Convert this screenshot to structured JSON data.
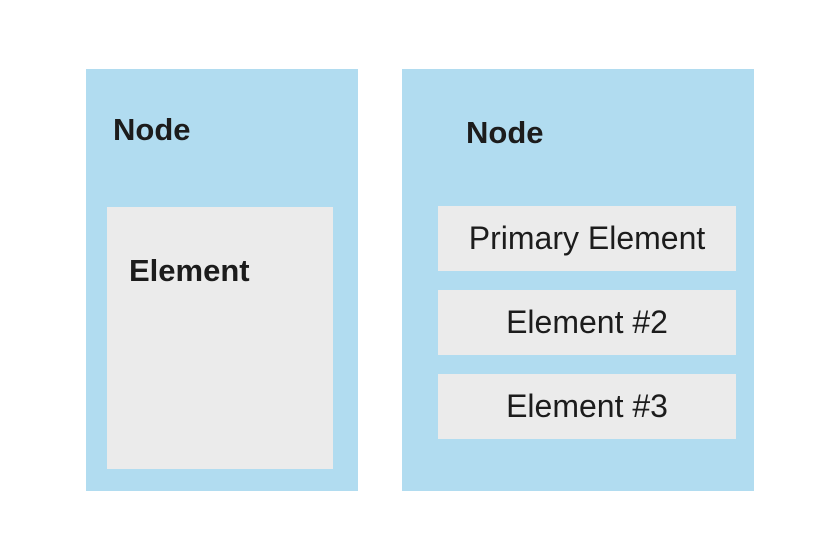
{
  "left_node": {
    "title": "Node",
    "element_label": "Element"
  },
  "right_node": {
    "title": "Node",
    "elements": [
      {
        "label": "Primary Element"
      },
      {
        "label": "Element #2"
      },
      {
        "label": "Element #3"
      }
    ]
  },
  "colors": {
    "node_fill": "#b1dcf0",
    "element_fill": "#ebebeb",
    "text": "#1c1c1c"
  }
}
